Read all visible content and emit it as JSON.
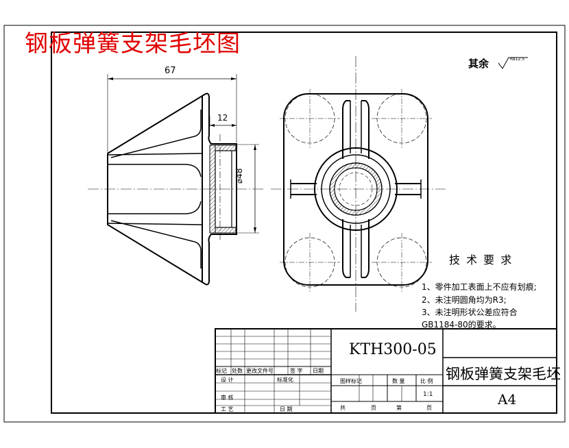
{
  "title": "钢板弹簧支架毛坯图",
  "surface_note": {
    "label": "其余",
    "roughness": "Ra12.5"
  },
  "dimensions": {
    "overall_length": "67",
    "flange_thickness": "12",
    "bore_diameter": "⌀48"
  },
  "tech_requirements": {
    "heading": "技 术 要 求",
    "items": [
      "1、零件加工表面上不应有划痕;",
      "2、未注明圆角均为R3;",
      "3、未注明形状公差应符合",
      "GB1184-80的要求。"
    ]
  },
  "title_block": {
    "drawing_number": "KTH300-05",
    "part_name": "钢板弹簧支架毛坯",
    "sheet_size": "A4",
    "scale": "1:1",
    "labels": {
      "mark": "标记",
      "count": "处数",
      "change_doc": "更改文件号",
      "signature": "签 字",
      "date": "日期",
      "design": "设 计",
      "standardization": "标准化",
      "stage_mark": "图样标记",
      "quantity": "数 量",
      "scale": "比 例",
      "review": "审 核",
      "process": "工 艺",
      "date2": "日 期",
      "total": "共",
      "page": "页",
      "sheet": "第",
      "page2": "页"
    }
  },
  "colors": {
    "title_red": "#e00000",
    "line": "#000000"
  }
}
